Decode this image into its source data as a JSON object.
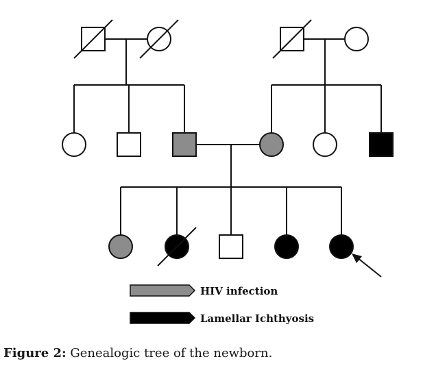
{
  "colors": {
    "line": "#111111",
    "unaffected": "#ffffff",
    "hiv": "#8c8c8c",
    "ichthyosis": "#000000"
  },
  "pedigree": {
    "generation_1": [
      {
        "sex": "male",
        "status": "unaffected",
        "deceased": true
      },
      {
        "sex": "female",
        "status": "unaffected",
        "deceased": true
      },
      {
        "sex": "male",
        "status": "unaffected",
        "deceased": true
      },
      {
        "sex": "female",
        "status": "unaffected",
        "deceased": false
      }
    ],
    "generation_2": [
      {
        "sex": "female",
        "status": "unaffected",
        "deceased": false
      },
      {
        "sex": "male",
        "status": "unaffected",
        "deceased": false
      },
      {
        "sex": "male",
        "status": "hiv",
        "deceased": false
      },
      {
        "sex": "female",
        "status": "hiv",
        "deceased": false
      },
      {
        "sex": "female",
        "status": "unaffected",
        "deceased": false
      },
      {
        "sex": "male",
        "status": "ichthyosis",
        "deceased": false
      }
    ],
    "generation_3": [
      {
        "sex": "female",
        "status": "hiv",
        "deceased": false
      },
      {
        "sex": "female",
        "status": "ichthyosis",
        "deceased": true
      },
      {
        "sex": "male",
        "status": "unaffected",
        "deceased": false
      },
      {
        "sex": "female",
        "status": "ichthyosis",
        "deceased": false
      },
      {
        "sex": "female",
        "status": "ichthyosis",
        "deceased": false,
        "proband": true
      }
    ]
  },
  "legend": [
    {
      "label": "HIV infection",
      "color": "#8c8c8c"
    },
    {
      "label": "Lamellar Ichthyosis",
      "color": "#000000"
    }
  ],
  "caption": {
    "label": "Figure 2:",
    "text": " Genealogic tree of the newborn."
  }
}
